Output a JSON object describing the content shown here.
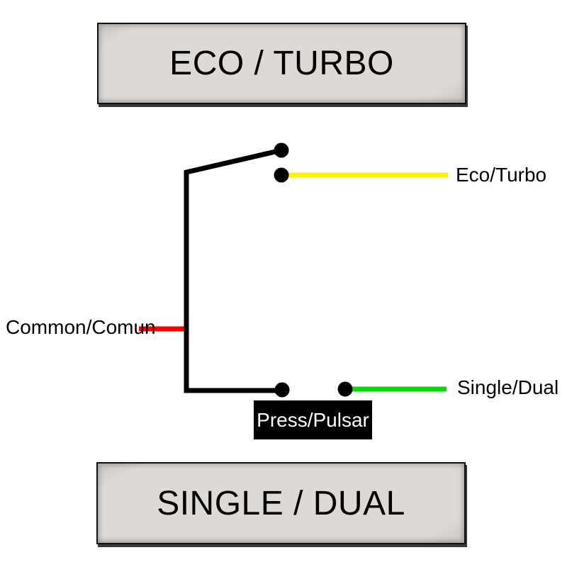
{
  "buttons": {
    "eco_turbo_label": "ECO / TURBO",
    "single_dual_label": "SINGLE / DUAL"
  },
  "wires": {
    "eco_turbo": {
      "label": "Eco/Turbo",
      "color": "#fff200"
    },
    "common": {
      "label": "Common/Comun",
      "color": "#ff0000"
    },
    "single_dual": {
      "label": "Single/Dual",
      "color": "#00e000"
    }
  },
  "switch": {
    "press_label": "Press/Pulsar",
    "lever_color": "#000000",
    "terminal_color": "#000000",
    "press_box_bg": "#000000",
    "press_box_fg": "#ffffff"
  },
  "colors": {
    "background": "#ffffff",
    "button_face": "#dcd9d6",
    "button_border": "#101010",
    "text": "#000000"
  }
}
